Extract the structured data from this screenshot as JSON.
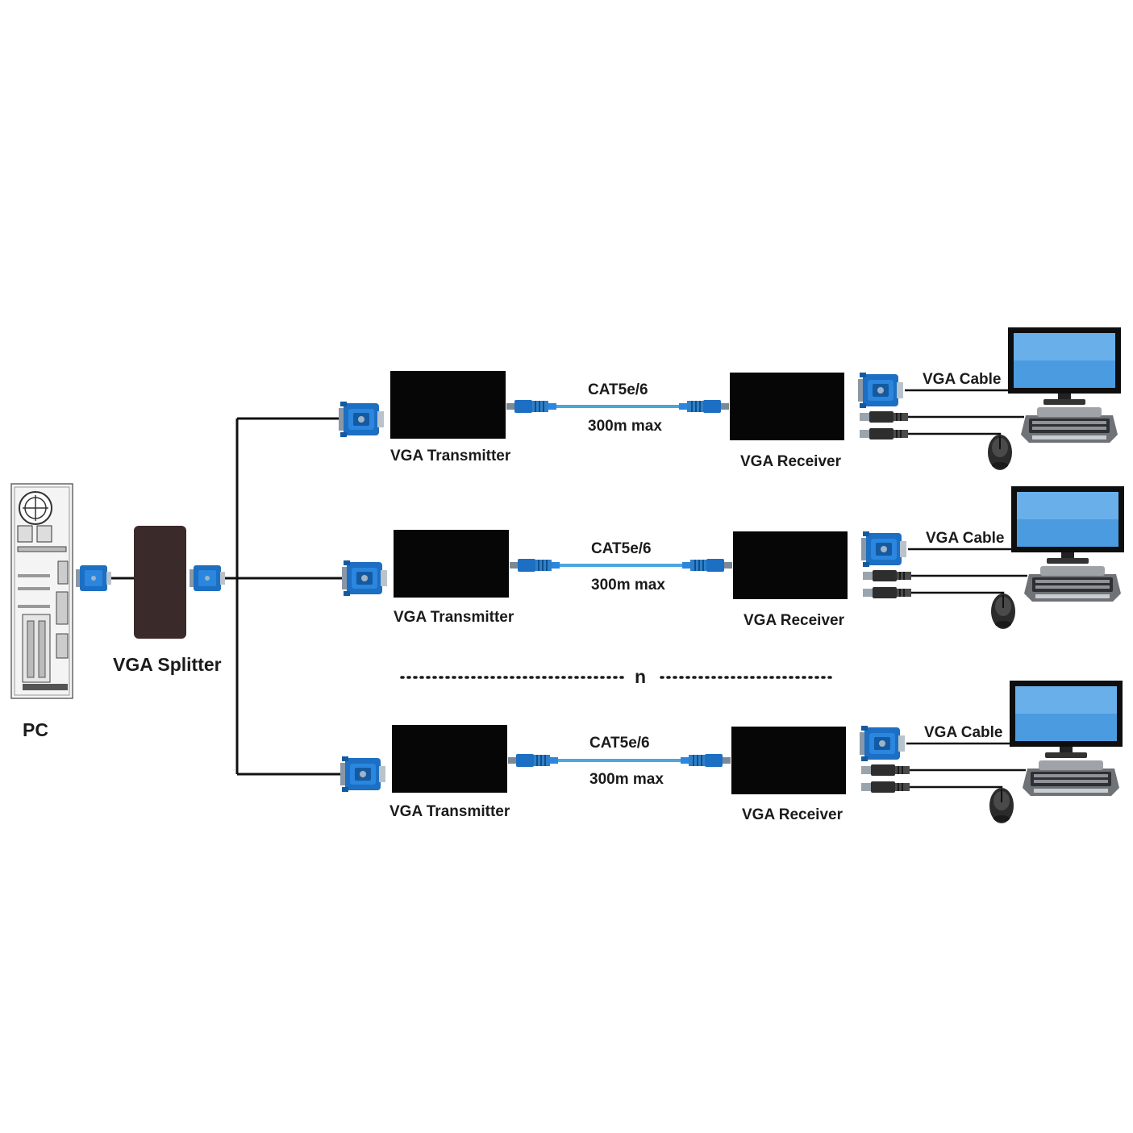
{
  "labels": {
    "pc": "PC",
    "splitter": "VGA Splitter",
    "repeat_marker": "n"
  },
  "rows": [
    {
      "transmitter": "VGA Transmitter",
      "cable_type": "CAT5e/6",
      "distance": "300m max",
      "receiver": "VGA Receiver",
      "vga_cable": "VGA Cable"
    },
    {
      "transmitter": "VGA Transmitter",
      "cable_type": "CAT5e/6",
      "distance": "300m max",
      "receiver": "VGA Receiver",
      "vga_cable": "VGA Cable"
    },
    {
      "transmitter": "VGA Transmitter",
      "cable_type": "CAT5e/6",
      "distance": "300m max",
      "receiver": "VGA Receiver",
      "vga_cable": "VGA Cable"
    }
  ],
  "colors": {
    "device_box": "#060606",
    "splitter_box": "#3a2a2a",
    "connector_blue": "#1c6fc2",
    "cat_cable": "#4aa6dd",
    "wire": "#111111"
  },
  "icons": {
    "pc": "pc-tower-icon",
    "vga_connector": "vga-connector-icon",
    "rj45_plug": "rj45-plug-icon",
    "usb_plug": "usb-plug-icon",
    "monitor": "monitor-icon",
    "keyboard": "keyboard-icon",
    "mouse": "mouse-icon"
  }
}
